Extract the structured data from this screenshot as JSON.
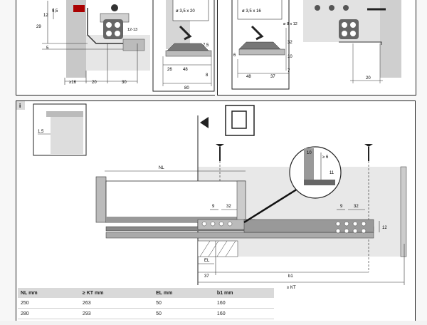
{
  "top_left_labels": {
    "dim_9_5": "9,5",
    "dim_12": "12",
    "dim_29": "29",
    "dim_5": "5",
    "dim_12_13": "12-13",
    "dim_ge16": "≥16",
    "dim_20": "20",
    "dim_30": "30"
  },
  "top_mid_labels": {
    "screw": "ø 3,5 x 20",
    "dim_7_5": "7,5",
    "dim_26": "26",
    "dim_48": "48",
    "dim_8": "8",
    "dim_80": "80"
  },
  "top_right_labels": {
    "screw": "ø 3,5 x 16",
    "hole": "ø 8 x 12",
    "dim_32": "32",
    "dim_10": "10",
    "dim_6": "6",
    "dim_48": "48",
    "dim_37": "37",
    "dim_7": "7",
    "dim_20": "20"
  },
  "panel_i": {
    "letter": "i",
    "inset_dim": "1,5",
    "NL": "NL",
    "dim_9_left": "9",
    "dim_32_left": "32",
    "dim_9_right": "9",
    "dim_32_right": "32",
    "dim_12": "12",
    "EL": "EL",
    "dim_37": "37",
    "b1": "b1",
    "KT": "≥ KT",
    "detail_10": "10",
    "detail_6": "≥ 6",
    "detail_11": "11"
  },
  "table": {
    "headers": [
      "NL mm",
      "≥ KT mm",
      "EL mm",
      "b1 mm"
    ],
    "rows": [
      [
        "250",
        "263",
        "50",
        "160"
      ],
      [
        "280",
        "293",
        "50",
        "160"
      ]
    ]
  }
}
